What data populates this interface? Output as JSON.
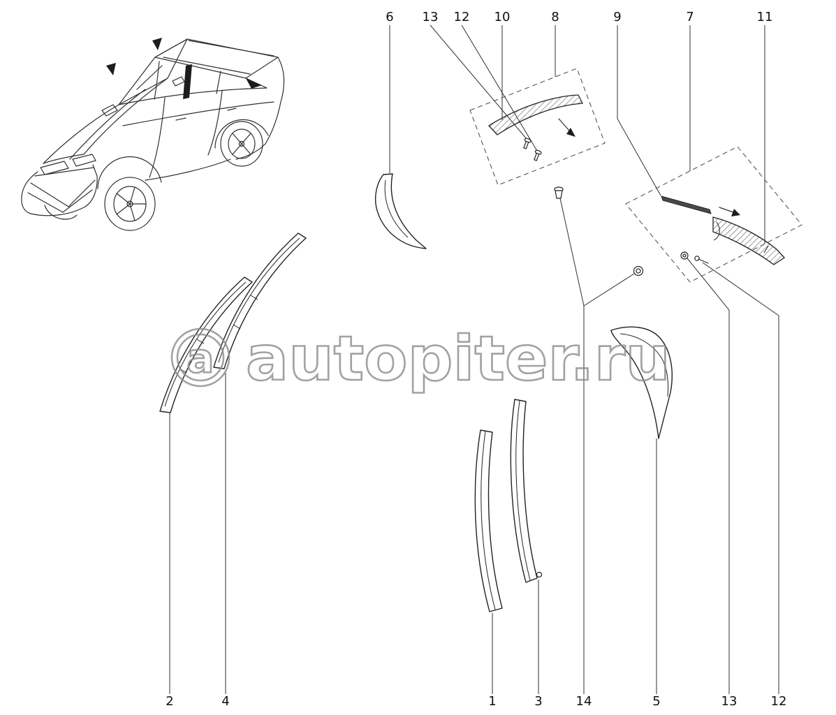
{
  "diagram": {
    "watermark": {
      "symbol": "a",
      "text": "autopiter.ru"
    },
    "colors": {
      "line": "#2f2f2f",
      "watermark": "#8c8c8c",
      "background": "#ffffff"
    },
    "callouts_top": [
      {
        "label": "6"
      },
      {
        "label": "13"
      },
      {
        "label": "12"
      },
      {
        "label": "10"
      },
      {
        "label": "8"
      },
      {
        "label": "9"
      },
      {
        "label": "7"
      },
      {
        "label": "11"
      }
    ],
    "callouts_bottom": [
      {
        "label": "2"
      },
      {
        "label": "4"
      },
      {
        "label": "1"
      },
      {
        "label": "3"
      },
      {
        "label": "14"
      },
      {
        "label": "5"
      },
      {
        "label": "13"
      },
      {
        "label": "12"
      }
    ]
  }
}
